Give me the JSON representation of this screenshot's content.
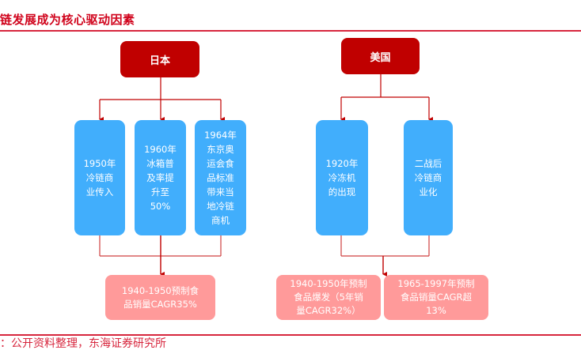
{
  "title": "链发展成为核心驱动因素",
  "footer": "：公开资料整理，东海证券研究所",
  "colors": {
    "header_box": "#c00000",
    "event_box": "#41aefc",
    "result_box": "#ff9a9a",
    "connector": "#c00000",
    "rule": "#d7263d"
  },
  "japan": {
    "label": "日本",
    "events": [
      "1950年\n冷链商\n业传入",
      "1960年\n冰箱普\n及率提\n升至\n50%",
      "1964年\n东京奥\n运会食\n品标准\n带来当\n地冷链\n商机"
    ],
    "results": [
      "1940-1950预制食\n品销量CAGR35%"
    ]
  },
  "usa": {
    "label": "美国",
    "events": [
      "1920年\n冷冻机\n的出现",
      "二战后\n冷链商\n业化"
    ],
    "results": [
      "1940-1950年预制\n食品爆发（5年销\n量CAGR32%）",
      "1965-1997年预制\n食品销量CAGR超\n13%"
    ]
  }
}
